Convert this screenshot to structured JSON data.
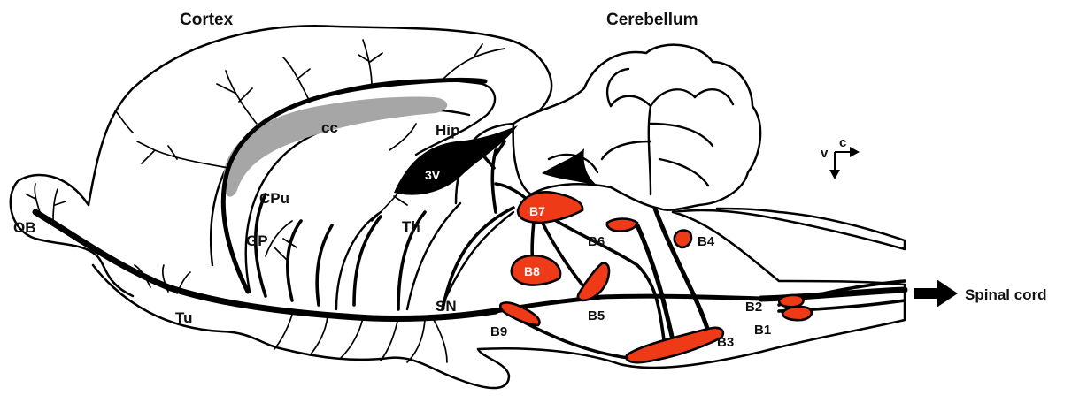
{
  "colors": {
    "nucleus_fill": "#ee3a16",
    "corpus_callosum": "#a6a6a6",
    "ventricle": "#000000",
    "outline": "#000000"
  },
  "labels": {
    "cortex": "Cortex",
    "cerebellum": "Cerebellum",
    "cc": "cc",
    "hip": "Hip",
    "v3": "3V",
    "cpu": "CPu",
    "gp": "GP",
    "th": "Th",
    "ob": "OB",
    "tu": "Tu",
    "sn": "SN",
    "spinal_cord": "Spinal cord"
  },
  "nuclei": {
    "b1": "B1",
    "b2": "B2",
    "b3": "B3",
    "b4": "B4",
    "b5": "B5",
    "b6": "B6",
    "b7": "B7",
    "b8": "B8",
    "b9": "B9"
  },
  "orientation": {
    "caudal": "c",
    "ventral": "v"
  },
  "icons": {
    "orientation": "orientation-arrows-icon",
    "spinal_arrow": "arrow-right-icon"
  }
}
